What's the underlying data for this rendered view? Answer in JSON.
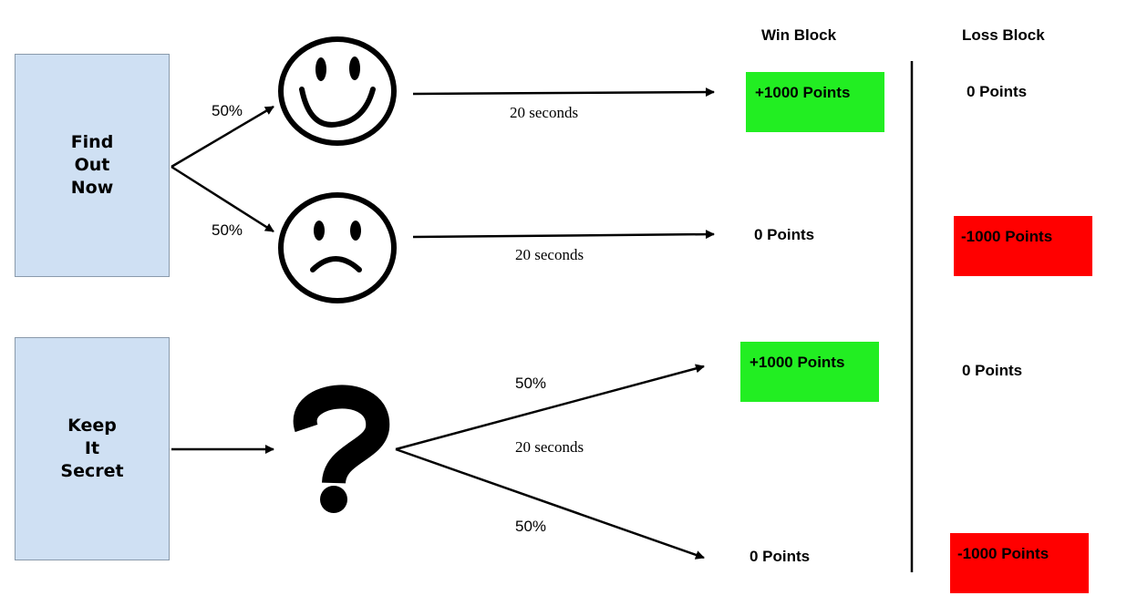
{
  "headers": {
    "win": "Win Block",
    "loss": "Loss Block"
  },
  "choices": {
    "find_out": "Find\nOut\nNow",
    "keep_secret": "Keep\nIt\nSecret"
  },
  "probabilities": {
    "happy": "50%",
    "sad": "50%",
    "win": "50%",
    "loss": "50%"
  },
  "durations": {
    "happy": "20 seconds",
    "sad": "20 seconds",
    "keep": "20 seconds"
  },
  "outcomes": {
    "find_happy_win": "+1000 Points",
    "find_happy_loss": "0 Points",
    "find_sad_win": "0 Points",
    "find_sad_loss": "-1000 Points",
    "keep_up_win": "+1000 Points",
    "keep_up_loss": "0 Points",
    "keep_down_win": "0 Points",
    "keep_down_loss": "-1000 Points"
  },
  "colors": {
    "box_fill": "#cfe0f3",
    "gain": "#22ee22",
    "loss": "#ff0000",
    "line": "#000000"
  },
  "icons": {
    "happy": "smiley-face-icon",
    "sad": "sad-face-icon",
    "unknown": "question-mark-icon"
  }
}
